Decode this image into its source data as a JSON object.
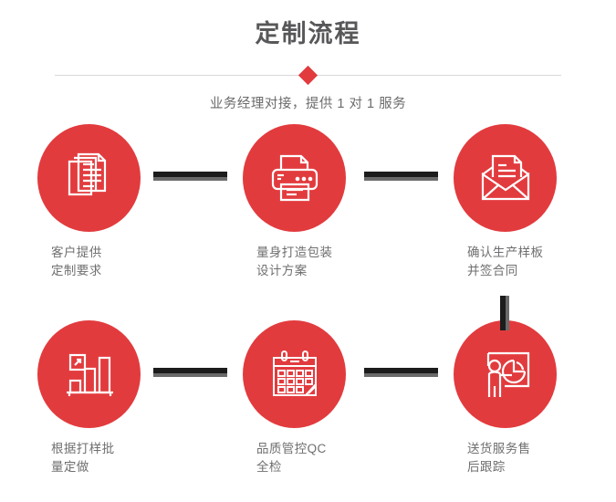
{
  "header": {
    "title": "定制流程",
    "subtitle": "业务经理对接，提供 1 对 1 服务",
    "diamond_color": "#e23b3e",
    "divider_color": "#d8d8d8"
  },
  "theme": {
    "accent": "#e23b3e",
    "title_color": "#58585a",
    "caption_color": "#6f6f71",
    "connector_dark": "#1c1c1c",
    "connector_shadow": "#6a6a6a",
    "background": "#ffffff"
  },
  "flow": {
    "steps": [
      {
        "index": 1,
        "icon": "documents-stack-icon",
        "caption_line1": "客户提供",
        "caption_line2": "定制要求"
      },
      {
        "index": 2,
        "icon": "printer-icon",
        "caption_line1": "量身打造包装",
        "caption_line2": "设计方案"
      },
      {
        "index": 3,
        "icon": "envelope-document-icon",
        "caption_line1": "确认生产样板",
        "caption_line2": "并签合同"
      },
      {
        "index": 4,
        "icon": "bar-chart-growth-icon",
        "caption_line1": "根据打样批",
        "caption_line2": "量定做"
      },
      {
        "index": 5,
        "icon": "calendar-icon",
        "caption_line1": "品质管控QC",
        "caption_line2": "全检"
      },
      {
        "index": 6,
        "icon": "presenter-pie-chart-icon",
        "caption_line1": "送货服务售",
        "caption_line2": "后跟踪"
      }
    ],
    "connectors": [
      {
        "name": "connector-step1-step2",
        "orientation": "horizontal"
      },
      {
        "name": "connector-step2-step3",
        "orientation": "horizontal"
      },
      {
        "name": "connector-step3-step6",
        "orientation": "vertical"
      },
      {
        "name": "connector-step4-step5",
        "orientation": "horizontal"
      },
      {
        "name": "connector-step5-step6",
        "orientation": "horizontal"
      }
    ]
  }
}
